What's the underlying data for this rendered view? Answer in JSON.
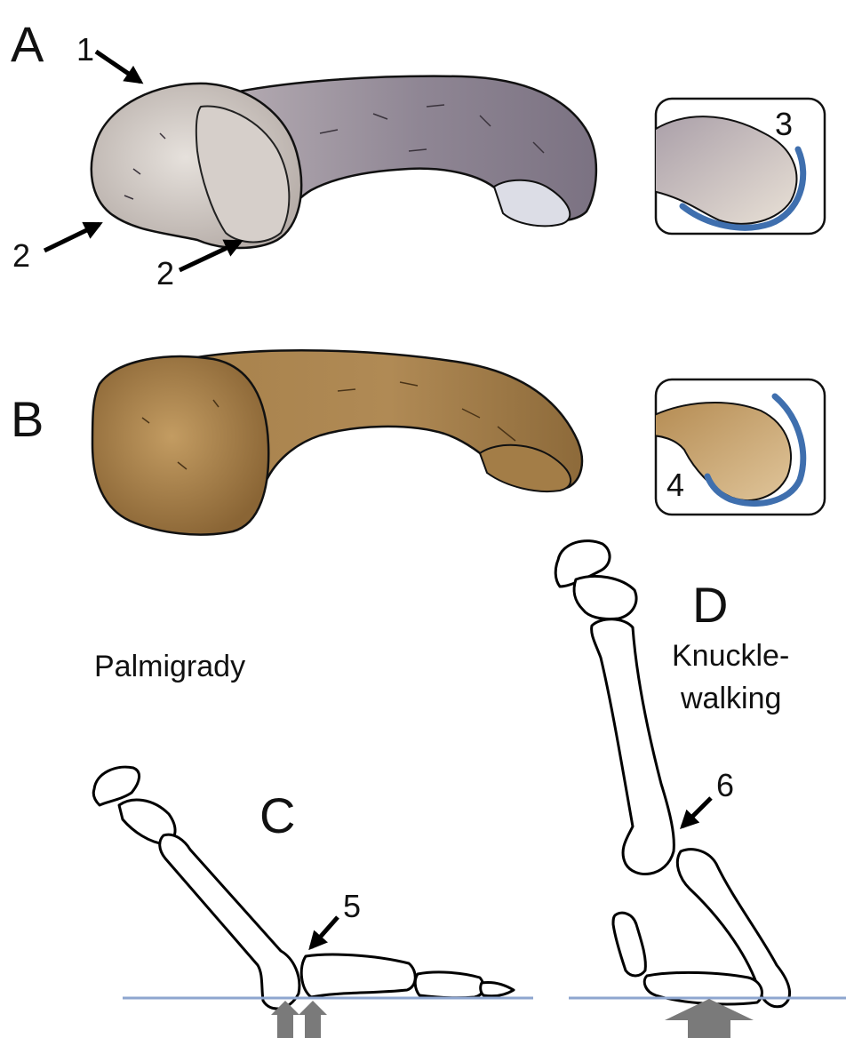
{
  "panels": {
    "A": "A",
    "B": "B",
    "C": "C",
    "D": "D"
  },
  "numbers": {
    "n1": "1",
    "n2a": "2",
    "n2b": "2",
    "n3": "3",
    "n4": "4",
    "n5": "5",
    "n6": "6"
  },
  "labels": {
    "palmigrady": "Palmigrady",
    "knuckle_line1": "Knuckle-",
    "knuckle_line2": "walking"
  },
  "colors": {
    "bone_A": "#8e8593",
    "bone_A_head": "#cfc9c4",
    "bone_B": "#9f7a46",
    "bone_B_light": "#c19a62",
    "articular_arc": "#3f6fae",
    "ground_line": "#8ea6cf",
    "force_arrow": "#7a7a7a",
    "ink": "#000000"
  }
}
